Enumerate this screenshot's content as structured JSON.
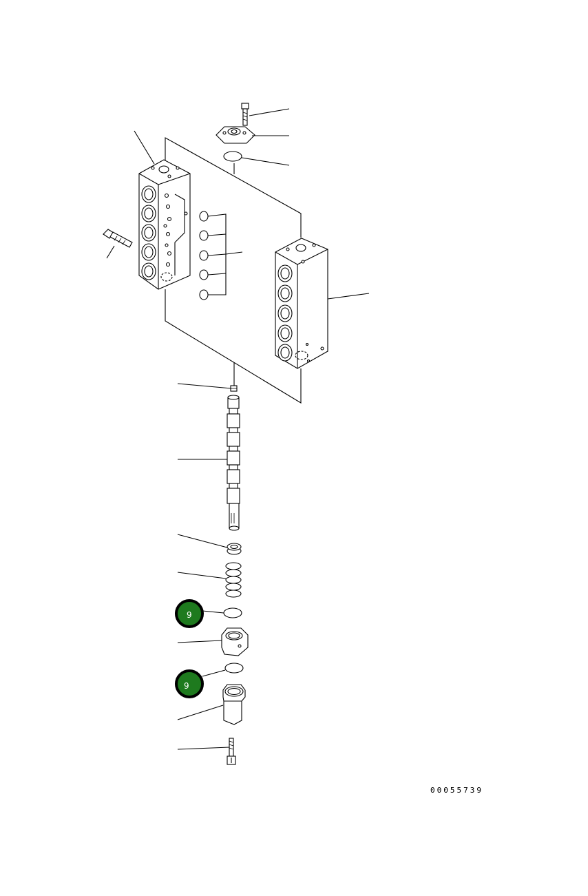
{
  "drawing_number": "00055739",
  "badges": [
    {
      "label": "9",
      "color": "#1e7a1e"
    },
    {
      "label": "9",
      "color": "#1e7a1e"
    }
  ],
  "colors": {
    "line": "#000000",
    "background": "#ffffff",
    "badge_fill": "#1e7a1e",
    "badge_ring": "#000000"
  }
}
